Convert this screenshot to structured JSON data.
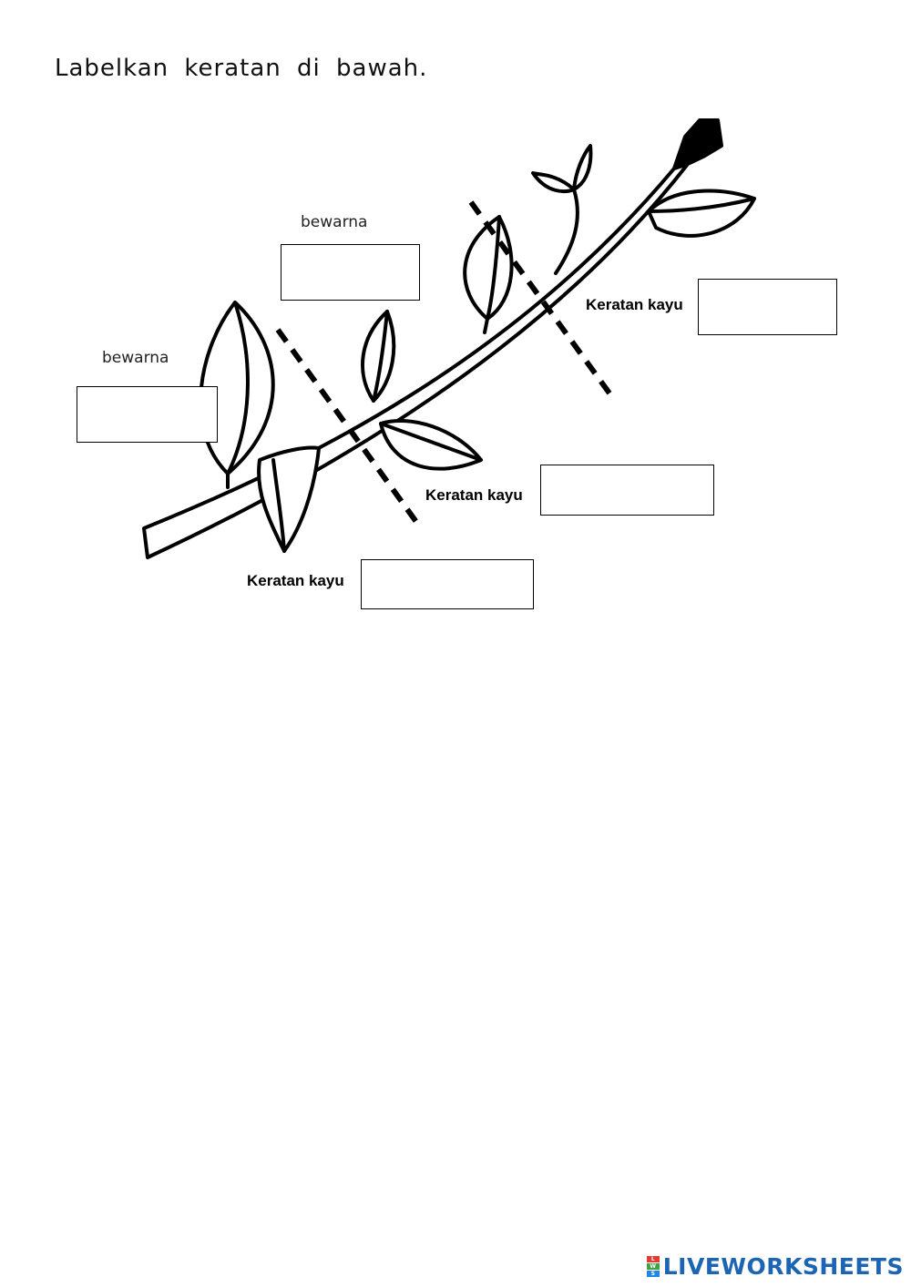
{
  "instruction": "Labelkan keratan di bawah.",
  "labels": {
    "colored_top": "bewarna",
    "colored_left": "bewarna",
    "cutting_right": "Keratan kayu",
    "cutting_middle": "Keratan kayu",
    "cutting_bottom": "Keratan kayu"
  },
  "answer_boxes": {
    "box_colored_top": "",
    "box_colored_left": "",
    "box_cutting_right": "",
    "box_cutting_middle": "",
    "box_cutting_bottom": ""
  },
  "brand": {
    "name": "LIVEWORKSHEETS",
    "color": "#1c64b4",
    "mark_colors": [
      "#e53935",
      "#43a047",
      "#1e88e5"
    ]
  }
}
